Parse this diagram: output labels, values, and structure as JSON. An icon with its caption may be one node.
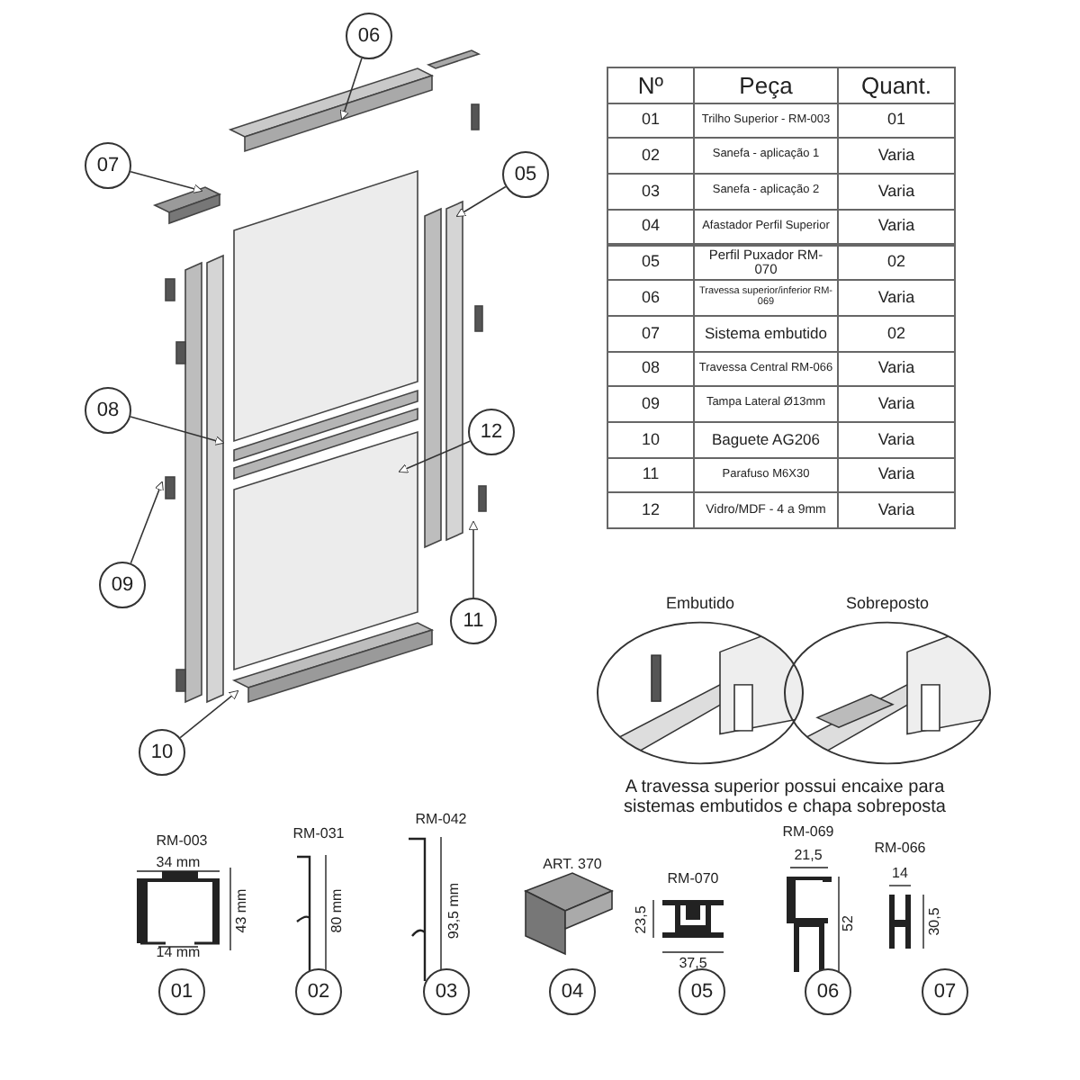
{
  "diagram": {
    "nodes": [
      {
        "text": [
          "06"
        ]
      },
      {
        "text": [
          "07"
        ]
      },
      {
        "text": [
          "05"
        ]
      },
      {
        "text": [
          "08"
        ]
      },
      {
        "text": [
          "12"
        ]
      },
      {
        "text": [
          "09"
        ]
      },
      {
        "text": [
          "11"
        ]
      },
      {
        "text": [
          "10"
        ]
      },
      {
        "text": [
          "Embutido"
        ]
      },
      {
        "text": [
          "Sobreposto"
        ]
      },
      {
        "text": [
          "01"
        ]
      },
      {
        "text": [
          "02"
        ]
      },
      {
        "text": [
          "03"
        ]
      },
      {
        "text": [
          "04"
        ]
      },
      {
        "text": [
          "05"
        ]
      },
      {
        "text": [
          "06"
        ]
      },
      {
        "text": [
          "07"
        ]
      }
    ],
    "edges": [
      {
        "from": 0,
        "to": null,
        "arrow": "to"
      },
      {
        "from": 1,
        "to": null,
        "arrow": "to"
      },
      {
        "from": 2,
        "to": null,
        "arrow": "to"
      },
      {
        "from": 3,
        "to": null,
        "arrow": "to"
      },
      {
        "from": 4,
        "to": null,
        "arrow": "to"
      },
      {
        "from": 5,
        "to": null,
        "arrow": "to"
      },
      {
        "from": 6,
        "to": null,
        "arrow": "to"
      },
      {
        "from": 7,
        "to": null,
        "arrow": "to"
      }
    ],
    "labels": [
      "Nº",
      "Peça",
      "Quant.",
      "01",
      "Trilho Superior - RM-003",
      "01",
      "02",
      "Sanefa - aplicação 1",
      "Varia",
      "03",
      "Sanefa - aplicação 2",
      "Varia",
      "04",
      "Afastador Perfil Superior",
      "Varia",
      "05",
      "Perfil Puxador RM-070",
      "02",
      "06",
      "Travessa superior/inferior RM-069",
      "Varia",
      "07",
      "Sistema embutido",
      "02",
      "08",
      "Travessa Central RM-066",
      "Varia",
      "09",
      "Tampa Lateral Ø13mm",
      "Varia",
      "10",
      "Baguete AG206",
      "Varia",
      "11",
      "Parafuso M6X30",
      "Varia",
      "12",
      "Vidro/MDF - 4 a 9mm",
      "Varia",
      "A travessa superior possui encaixe para sistemas embutidos e chapa sobreposta",
      "RM-003",
      "34 mm",
      "43 mm",
      "14 mm",
      "RM-031",
      "80 mm",
      "RM-042",
      "93,5 mm",
      "ART. 370",
      "RM-070",
      "23,5",
      "37,5",
      "RM-069",
      "21,5",
      "52",
      "RM-066",
      "14",
      "30,5"
    ]
  }
}
